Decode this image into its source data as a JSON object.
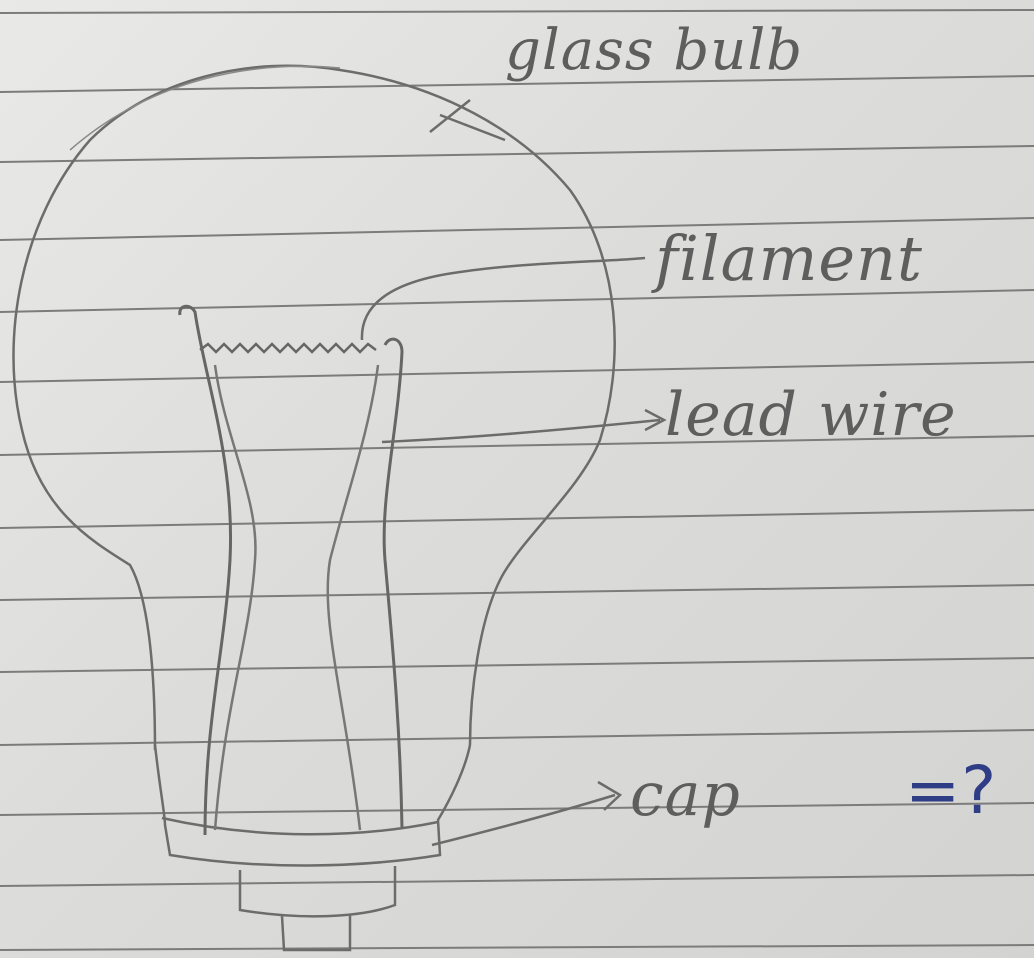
{
  "diagram": {
    "labels": {
      "glass_bulb": "glass bulb",
      "filament": "filament",
      "lead_wire": "lead wire",
      "cap": "cap",
      "question": "=?"
    },
    "colors": {
      "paper": "#e4e4e2",
      "ruled_line": "#7c7c7c",
      "pencil": "#6c6c6c",
      "blue_ink": "#2f3c86"
    }
  }
}
